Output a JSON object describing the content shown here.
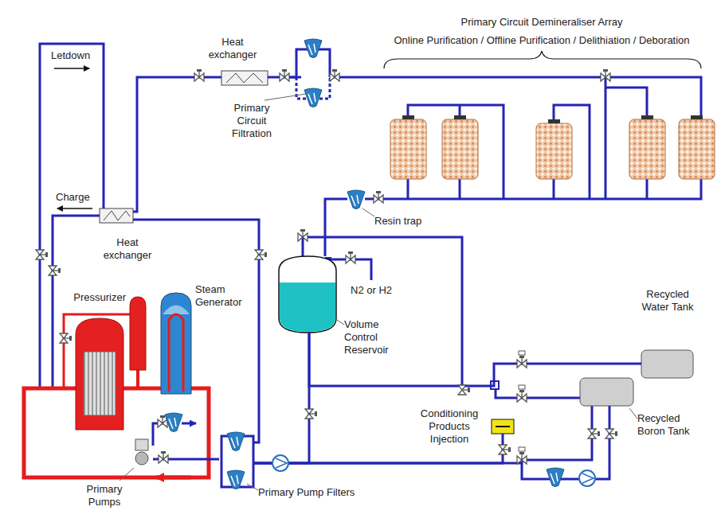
{
  "diagram": {
    "nodes": [
      {
        "text": [
          "Heat exchanger"
        ]
      },
      {
        "text": [
          "Primary Circuit Filtration"
        ]
      },
      {
        "text": [
          "Heat exchanger"
        ]
      },
      {
        "text": [
          "Resin trap"
        ]
      },
      {
        "text": [
          "Volume Control Reservoir"
        ]
      },
      {
        "text": [
          "Pressurizer"
        ]
      },
      {
        "text": [
          "Steam Generator"
        ]
      },
      {
        "text": [
          "Recycled Water Tank"
        ]
      },
      {
        "text": [
          "Conditioning Products Injection"
        ]
      },
      {
        "text": [
          "Recycled Boron Tank"
        ]
      },
      {
        "text": [
          "Primary Pumps"
        ]
      },
      {
        "text": [
          "Primary Pump Filters"
        ]
      }
    ],
    "edges": [
      {
        "from": 2,
        "to": 0,
        "arrow": "none"
      },
      {
        "from": 0,
        "to": 1,
        "arrow": "none"
      },
      {
        "from": 3,
        "to": 4,
        "arrow": "none"
      },
      {
        "from": 4,
        "to": 11,
        "arrow": "none"
      },
      {
        "from": 11,
        "to": 10,
        "arrow": "none"
      },
      {
        "from": 8,
        "to": 11,
        "arrow": "none"
      },
      {
        "from": 7,
        "to": 4,
        "arrow": "none"
      },
      {
        "from": 9,
        "to": 11,
        "arrow": "none"
      },
      {
        "from": 11,
        "to": 2,
        "arrow": "none"
      }
    ],
    "labels": [
      "Letdown",
      "Charge",
      "Primary Circuit Demineraliser Array",
      "Online Purification / Offline Purification / Delithiation / Deboration",
      "N2 or H2"
    ]
  }
}
